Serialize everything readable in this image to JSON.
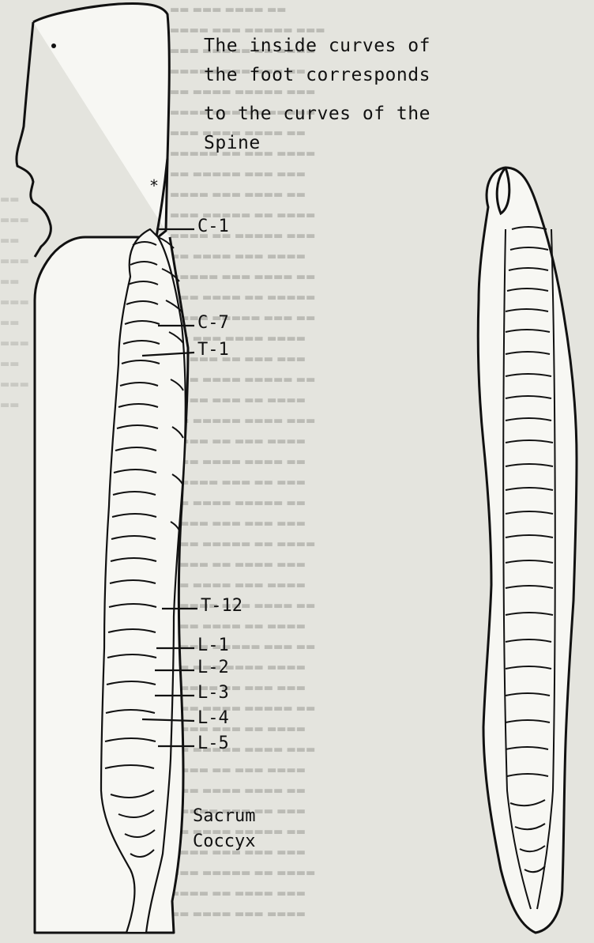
{
  "caption": {
    "lines": [
      "The inside curves of",
      "the foot corresponds",
      "to the curves of the",
      "Spine"
    ]
  },
  "labels": {
    "c1": "C-1",
    "c7": "C-7",
    "t1": "T-1",
    "t12": "T-12",
    "l1": "L-1",
    "l2": "L-2",
    "l3": "L-3",
    "l4": "L-4",
    "l5": "L-5",
    "sacrum": "Sacrum",
    "coccyx": "Coccyx"
  },
  "colors": {
    "ink": "#111111",
    "paper": "#e4e4de",
    "figure_fill": "#f7f7f3"
  }
}
